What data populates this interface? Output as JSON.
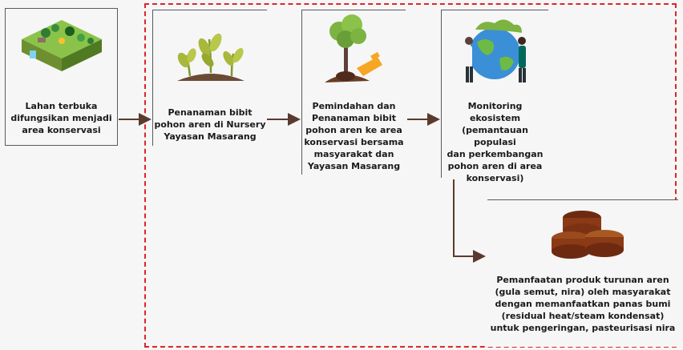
{
  "steps": [
    {
      "text": "Lahan terbuka\ndifungsikan menjadi\narea konservasi",
      "icon": "landscape-icon"
    },
    {
      "text": "Penanaman bibit\npohon aren di Nursery\nYayasan Masarang",
      "icon": "seedling-icon"
    },
    {
      "text": "Pemindahan dan\nPenanaman bibit\npohon aren ke area\nkonservasi bersama\nmasyarakat dan\nYayasan Masarang",
      "icon": "transplant-tree-icon"
    },
    {
      "text": "Monitoring ekosistem\n(pemantauan populasi\ndan perkembangan\npohon aren di area\nkonservasi)",
      "icon": "earth-people-icon"
    },
    {
      "text": "Pemanfaatan produk turunan aren\n(gula semut, nira) oleh masyarakat\ndengan memanfaatkan  panas bumi\n(residual heat/steam kondensat)\nuntuk pengeringan, pasteurisasi nira",
      "icon": "palm-sugar-icon"
    }
  ],
  "colors": {
    "frame": "#d9262b",
    "arrow": "#5b3a2e",
    "text": "#1a1a1a"
  }
}
